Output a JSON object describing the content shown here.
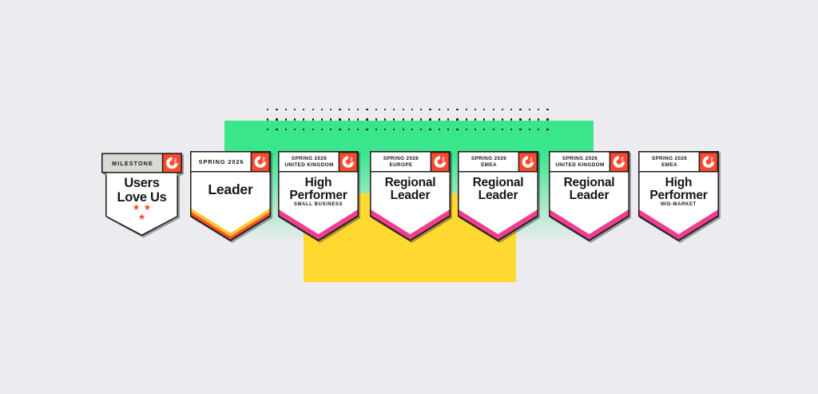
{
  "page": {
    "description": "G2 Spring 2026 award badges banner"
  },
  "colors": {
    "bg": "#ECEBF0",
    "panel_green": "#3AE68C",
    "panel_yellow": "#FFD930",
    "badge_pink": "#F03E8E",
    "g2_orange": "#FF492C",
    "band_orange": "#FC4F30",
    "band_yellow": "#FFC62B",
    "outline": "#212121",
    "milestone_gray": "#D9D8D3",
    "fold_gray": "#807E77",
    "dot": "#1C1C1C",
    "white": "#FFFFFF",
    "text": "#161616"
  },
  "dots": {
    "rows": 3,
    "cols": 32
  },
  "icons": {
    "star": "★"
  },
  "g2": {
    "sup": "2"
  },
  "badges": [
    {
      "header_line1": "MILESTONE",
      "title_line1": "Users",
      "title_line2": "Love Us",
      "stars": 3
    },
    {
      "header_line1": "SPRING 2026",
      "title_line1": "Leader"
    },
    {
      "header_line1": "SPRING 2026",
      "header_line2": "UNITED KINGDOM",
      "title_line1": "High",
      "title_line2": "Performer",
      "subtitle": "SMALL BUSINESS"
    },
    {
      "header_line1": "SPRING 2026",
      "header_line2": "EUROPE",
      "title_line1": "Regional",
      "title_line2": "Leader"
    },
    {
      "header_line1": "SPRING 2026",
      "header_line2": "EMEA",
      "title_line1": "Regional",
      "title_line2": "Leader"
    },
    {
      "header_line1": "SPRING 2026",
      "header_line2": "UNITED KINGDOM",
      "title_line1": "Regional",
      "title_line2": "Leader"
    },
    {
      "header_line1": "SPRING 2026",
      "header_line2": "EMEA",
      "title_line1": "High",
      "title_line2": "Performer",
      "subtitle": "MID-MARKET"
    }
  ]
}
